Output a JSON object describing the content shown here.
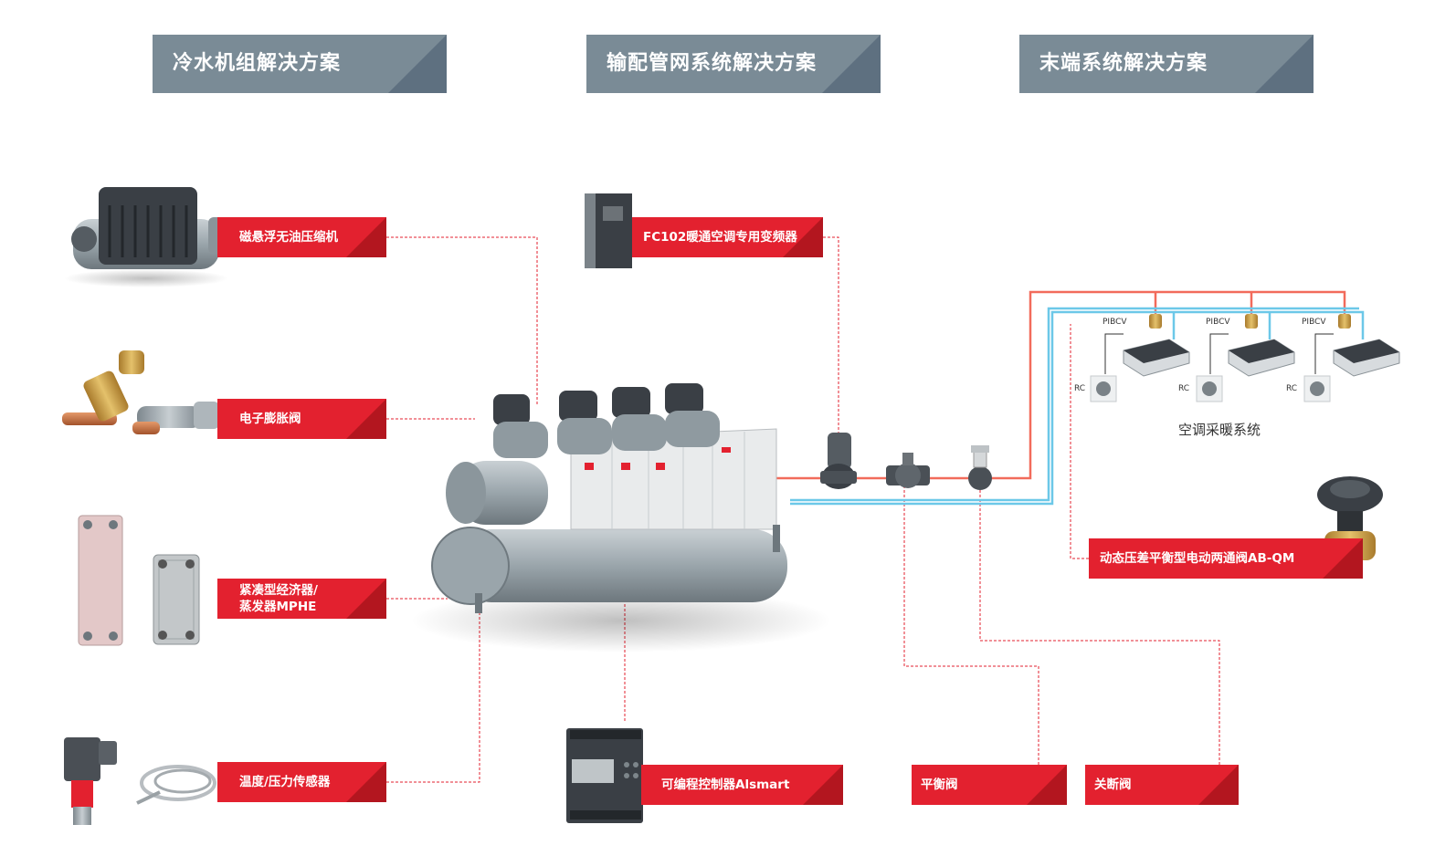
{
  "headers": {
    "chiller": "冷水机组解决方案",
    "distribution": "输配管网系统解决方案",
    "terminal": "末端系统解决方案"
  },
  "labels": {
    "compressor": "磁悬浮无油压缩机",
    "vfd": "FC102暖通空调专用变频器",
    "eev": "电子膨胀阀",
    "mphe_line1": "紧凑型经济器/",
    "mphe_line2": "蒸发器MPHE",
    "sensor": "温度/压力传感器",
    "controller": "可编程控制器Alsmart",
    "balancing": "平衡阀",
    "shutoff": "关断阀",
    "abqm": "动态压差平衡型电动两通阀AB-QM"
  },
  "ac_system": {
    "title": "空调采暖系统",
    "pibcv": [
      "PIBCV",
      "PIBCV",
      "PIBCV"
    ],
    "rc": [
      "RC",
      "RC",
      "RC"
    ]
  },
  "colors": {
    "accent_red": "#e3212f",
    "header_gray": "#7a8b96",
    "pipe_supply": "#f26b5b",
    "pipe_return": "#6cc8e8"
  }
}
